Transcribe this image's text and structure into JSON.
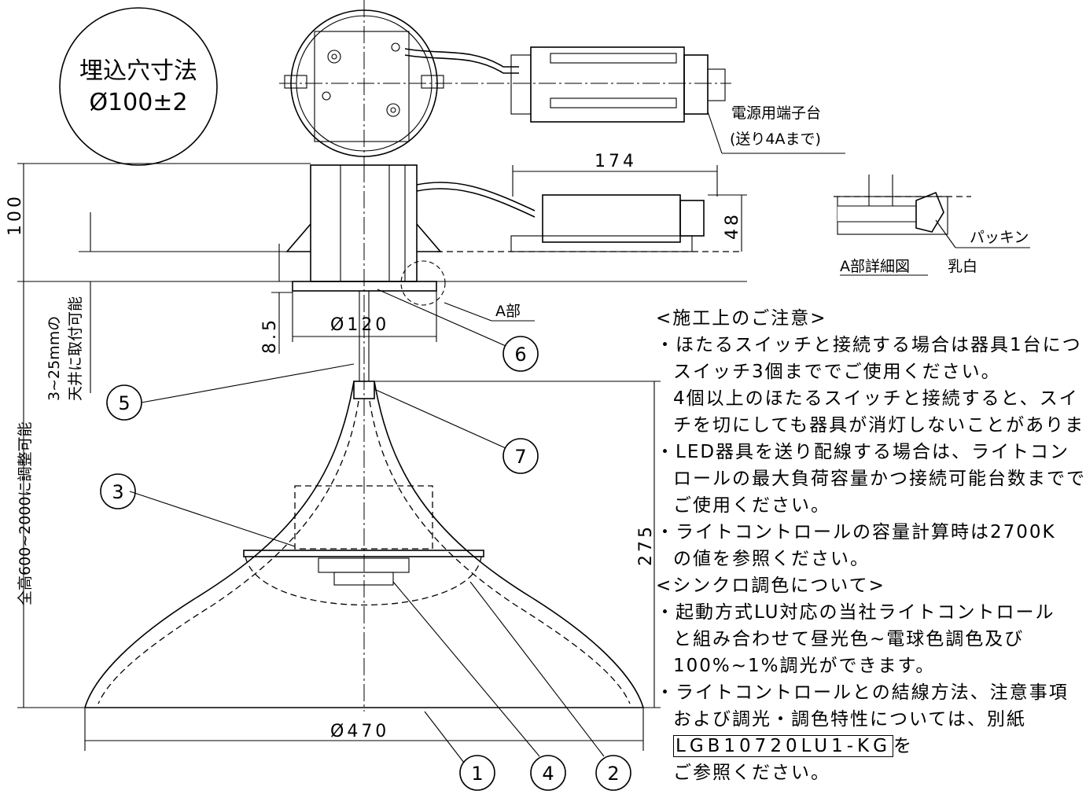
{
  "hole": {
    "line1": "埋込穴寸法",
    "line2": "Ø100±2"
  },
  "terminal": {
    "line1": "電源用端子台",
    "line2": "(送り4Aまで)"
  },
  "dims": {
    "d174": "174",
    "d100": "100",
    "d48": "48",
    "d85": "8.5",
    "d120": "Ø120",
    "d470": "Ø470",
    "d275": "275",
    "ceiling": [
      "3~25mmの",
      "天井に取付可能"
    ],
    "total_height": "全高600~2000に調整可能"
  },
  "detail": {
    "title": "A部詳細図",
    "packing": "パッキン",
    "white": "乳白",
    "a_part": "A部"
  },
  "callouts": [
    "1",
    "2",
    "3",
    "4",
    "5",
    "6",
    "7"
  ],
  "notes": {
    "head1": "<施工上のご注意>",
    "n1a": "・ほたるスイッチと接続する場合は器具1台につ",
    "n1b": "スイッチ3個まででご使用ください。",
    "n1c": "4個以上のほたるスイッチと接続すると、スイ",
    "n1d": "チを切にしても器具が消灯しないことがありま",
    "n2a": "・LED器具を送り配線する場合は、ライトコン",
    "n2b": "ロールの最大負荷容量かつ接続可能台数までで",
    "n2c": "ご使用ください。",
    "n3a": "・ライトコントロールの容量計算時は2700K",
    "n3b": "の値を参照ください。",
    "head2": "<シンクロ調色について>",
    "n4a": "・起動方式LU対応の当社ライトコントロール",
    "n4b": "と組み合わせて昼光色~電球色調色及び",
    "n4c": "100%~1%調光ができます。",
    "n5a": "・ライトコントロールとの結線方法、注意事項",
    "n5b": "および調光・調色特性については、別紙",
    "n5c_ref": "LGB10720LU1-KG",
    "n5c_tail": "を",
    "n5d": "ご参照ください。"
  }
}
